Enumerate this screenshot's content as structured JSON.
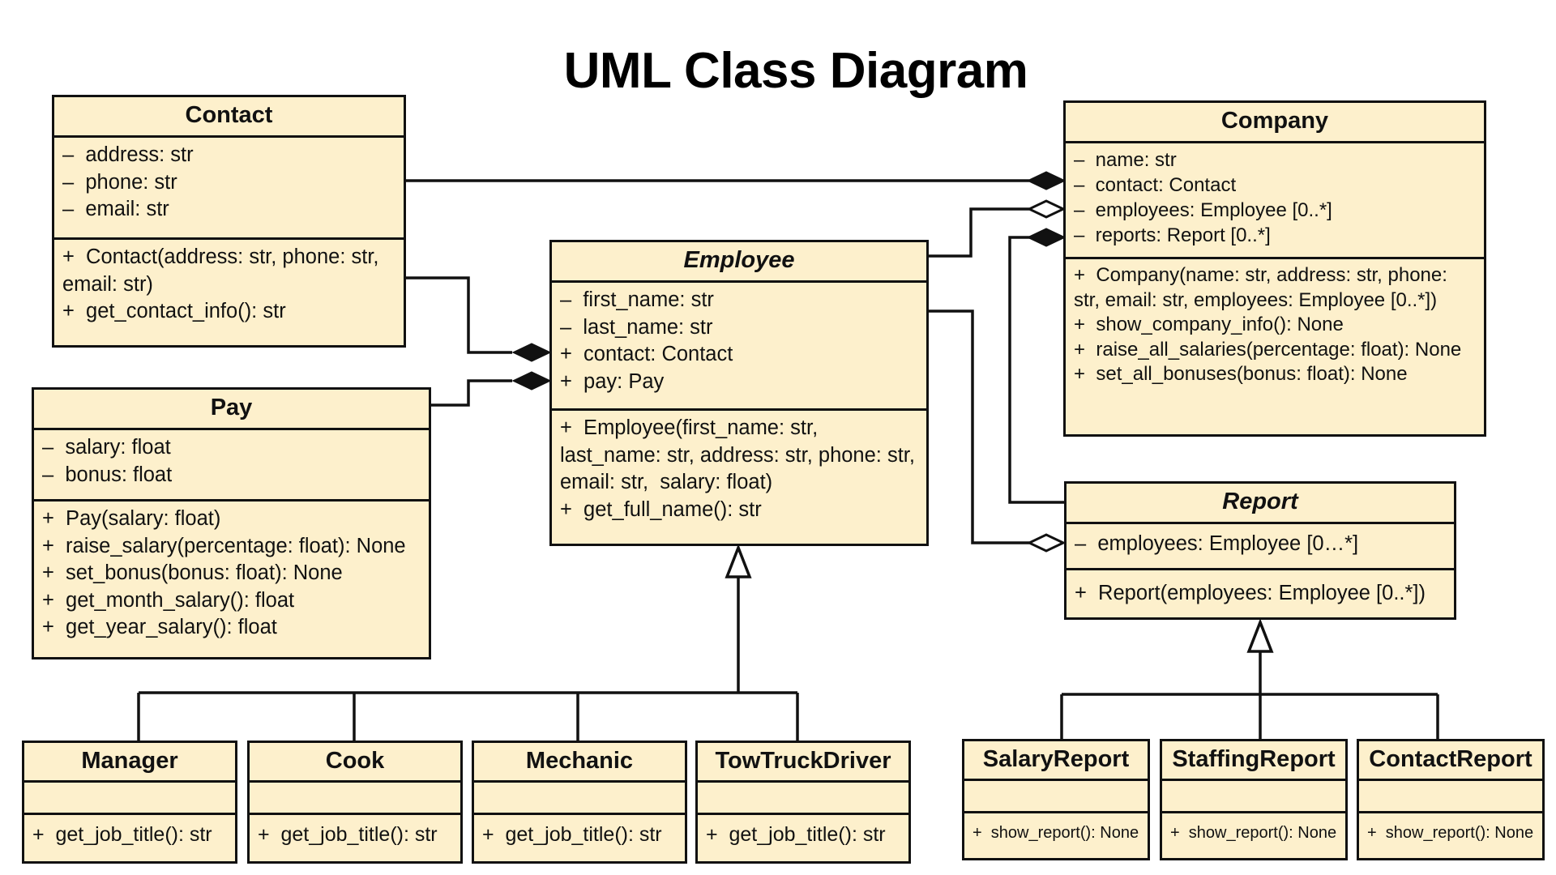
{
  "title": "UML Class Diagram",
  "classes": {
    "contact": {
      "name": "Contact",
      "attributes": [
        "–  address: str",
        "–  phone: str",
        "–  email: str"
      ],
      "methods": [
        "+  Contact(address: str, phone: str, email: str)",
        "+  get_contact_info(): str"
      ]
    },
    "pay": {
      "name": "Pay",
      "attributes": [
        "–  salary: float",
        "–  bonus: float"
      ],
      "methods": [
        "+  Pay(salary: float)",
        "+  raise_salary(percentage: float): None",
        "+  set_bonus(bonus: float): None",
        "+  get_month_salary(): float",
        "+  get_year_salary(): float"
      ]
    },
    "employee": {
      "name": "Employee",
      "abstract": true,
      "attributes": [
        "–  first_name: str",
        "–  last_name: str",
        "+  contact: Contact",
        "+  pay: Pay"
      ],
      "methods": [
        "+  Employee(first_name: str, last_name: str, address: str, phone: str, email: str,  salary: float)",
        "+  get_full_name(): str"
      ]
    },
    "company": {
      "name": "Company",
      "attributes": [
        "–  name: str",
        "–  contact: Contact",
        "–  employees: Employee [0..*]",
        "–  reports: Report [0..*]"
      ],
      "methods": [
        "+  Company(name: str, address: str, phone: str, email: str, employees: Employee [0..*])",
        "+  show_company_info(): None",
        "+  raise_all_salaries(percentage: float): None",
        "+  set_all_bonuses(bonus: float): None"
      ]
    },
    "report": {
      "name": "Report",
      "abstract": true,
      "attributes": [
        "–  employees: Employee [0…*]"
      ],
      "methods": [
        "+  Report(employees: Employee [0..*])"
      ]
    },
    "manager": {
      "name": "Manager",
      "methods": [
        "+  get_job_title(): str"
      ]
    },
    "cook": {
      "name": "Cook",
      "methods": [
        "+  get_job_title(): str"
      ]
    },
    "mechanic": {
      "name": "Mechanic",
      "methods": [
        "+  get_job_title(): str"
      ]
    },
    "towtruckdriver": {
      "name": "TowTruckDriver",
      "methods": [
        "+  get_job_title(): str"
      ]
    },
    "salaryreport": {
      "name": "SalaryReport",
      "methods": [
        "+  show_report(): None"
      ]
    },
    "staffingreport": {
      "name": "StaffingReport",
      "methods": [
        "+  show_report(): None"
      ]
    },
    "contactreport": {
      "name": "ContactReport",
      "methods": [
        "+  show_report(): None"
      ]
    }
  },
  "relations": [
    {
      "from": "Contact",
      "to": "Company",
      "kind": "composition"
    },
    {
      "from": "Contact",
      "to": "Employee",
      "kind": "composition"
    },
    {
      "from": "Pay",
      "to": "Employee",
      "kind": "composition"
    },
    {
      "from": "Employee",
      "to": "Company",
      "kind": "aggregation"
    },
    {
      "from": "Report",
      "to": "Company",
      "kind": "composition"
    },
    {
      "from": "Employee",
      "to": "Report",
      "kind": "aggregation"
    },
    {
      "from": "Manager",
      "to": "Employee",
      "kind": "generalization"
    },
    {
      "from": "Cook",
      "to": "Employee",
      "kind": "generalization"
    },
    {
      "from": "Mechanic",
      "to": "Employee",
      "kind": "generalization"
    },
    {
      "from": "TowTruckDriver",
      "to": "Employee",
      "kind": "generalization"
    },
    {
      "from": "SalaryReport",
      "to": "Report",
      "kind": "generalization"
    },
    {
      "from": "StaffingReport",
      "to": "Report",
      "kind": "generalization"
    },
    {
      "from": "ContactReport",
      "to": "Report",
      "kind": "generalization"
    }
  ]
}
